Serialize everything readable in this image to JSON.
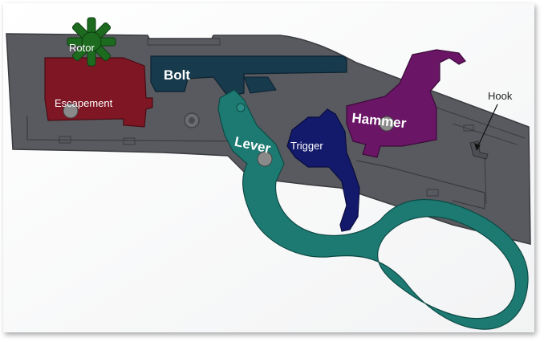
{
  "labels": {
    "rotor": "Rotor",
    "escapement": "Escapement",
    "bolt": "Bolt",
    "lever": "Lever",
    "trigger": "Trigger",
    "hammer": "Hammer",
    "hook": "Hook"
  },
  "colors": {
    "receiver": "#585a5f",
    "receiver_edge": "#3a3b3f",
    "rotor": "#1d6b1f",
    "escapement": "#7e1624",
    "bolt": "#173a4d",
    "lever": "#1c7a72",
    "trigger": "#131a6b",
    "hammer": "#6a1566",
    "pin": "#8a8a8a"
  }
}
